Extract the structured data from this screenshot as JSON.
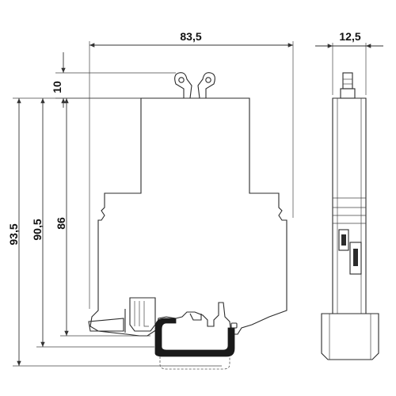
{
  "dimensions": {
    "width_top": "83,5",
    "width_side": "12,5",
    "height_10": "10",
    "height_93_5": "93,5",
    "height_90_5": "90,5",
    "height_86": "86"
  },
  "colors": {
    "line": "#2b2b2b",
    "rail": "#1a1a1a",
    "text": "#111111",
    "background": "#ffffff"
  }
}
